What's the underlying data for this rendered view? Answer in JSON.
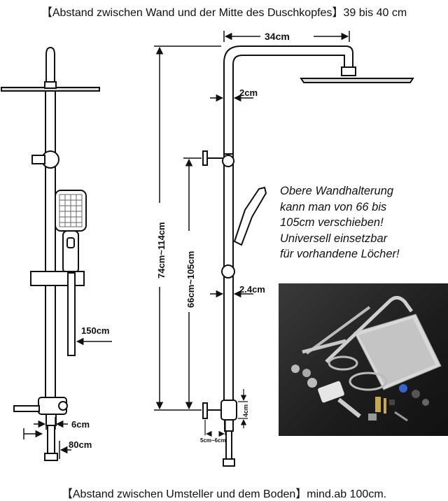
{
  "captions": {
    "top": "【Abstand zwischen Wand und der Mitte des Duschkopfes】39 bis 40 cm",
    "bottom": "【Abstand zwischen Umsteller und dem Boden】mind.ab 100cm."
  },
  "dimensions": {
    "width_34": "34cm",
    "pipe_2": "2cm",
    "pipe_2_4": "2.4cm",
    "hose_150": "150cm",
    "offset_6": "6cm",
    "span_80": "80cm",
    "height_total": "74cm~114cm",
    "height_bracket": "66cm~105cm",
    "mixer_4": "4cm",
    "spacing_5_6": "5cm~6cm"
  },
  "note": {
    "lines": [
      "Obere Wandhalterung",
      "kann man von 66 bis",
      "105cm verschieben!",
      "Universell einsetzbar",
      "für vorhandene Löcher!"
    ]
  },
  "colors": {
    "line": "#111111",
    "photo_bg": "#222222"
  }
}
